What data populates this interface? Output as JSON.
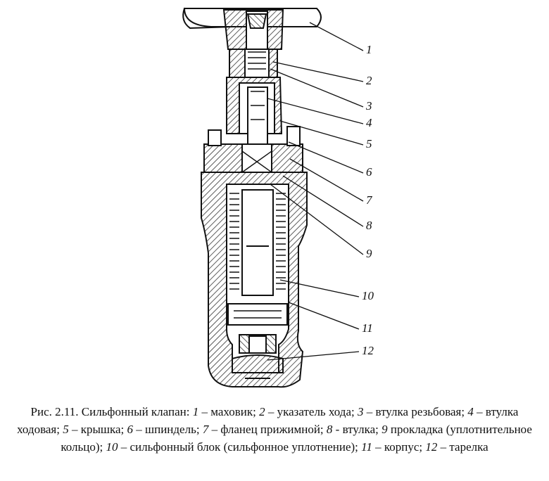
{
  "figure": {
    "callouts": [
      {
        "label": "1"
      },
      {
        "label": "2"
      },
      {
        "label": "3"
      },
      {
        "label": "4"
      },
      {
        "label": "5"
      },
      {
        "label": "6"
      },
      {
        "label": "7"
      },
      {
        "label": "8"
      },
      {
        "label": "9"
      },
      {
        "label": "10"
      },
      {
        "label": "11"
      },
      {
        "label": "12"
      }
    ],
    "colors": {
      "line": "#111111",
      "hatch": "#333333",
      "background": "#ffffff"
    }
  },
  "caption": {
    "prefix": "Рис. 2.11. Сильфонный клапан: ",
    "items": [
      {
        "num": "1",
        "sep": " – ",
        "text": "маховик; "
      },
      {
        "num": "2",
        "sep": " – ",
        "text": "указатель хода; "
      },
      {
        "num": "3",
        "sep": " – ",
        "text": "втулка резьбовая; "
      },
      {
        "num": "4",
        "sep": " – ",
        "text": "втулка ходовая; "
      },
      {
        "num": "5",
        "sep": " – ",
        "text": "крышка; "
      },
      {
        "num": "6",
        "sep": " – ",
        "text": "шпиндель; "
      },
      {
        "num": "7",
        "sep": " – ",
        "text": "фланец прижимной; "
      },
      {
        "num": "8",
        "sep": " - ",
        "text": "втулка; "
      },
      {
        "num": "9",
        "sep": "   ",
        "text": "прокладка (уплотнительное кольцо); "
      },
      {
        "num": "10",
        "sep": " – ",
        "text": "сильфонный блок (сильфонное уплотнение); "
      },
      {
        "num": "11",
        "sep": " – ",
        "text": "корпус; "
      },
      {
        "num": "12",
        "sep": " – ",
        "text": "тарелка"
      }
    ]
  }
}
